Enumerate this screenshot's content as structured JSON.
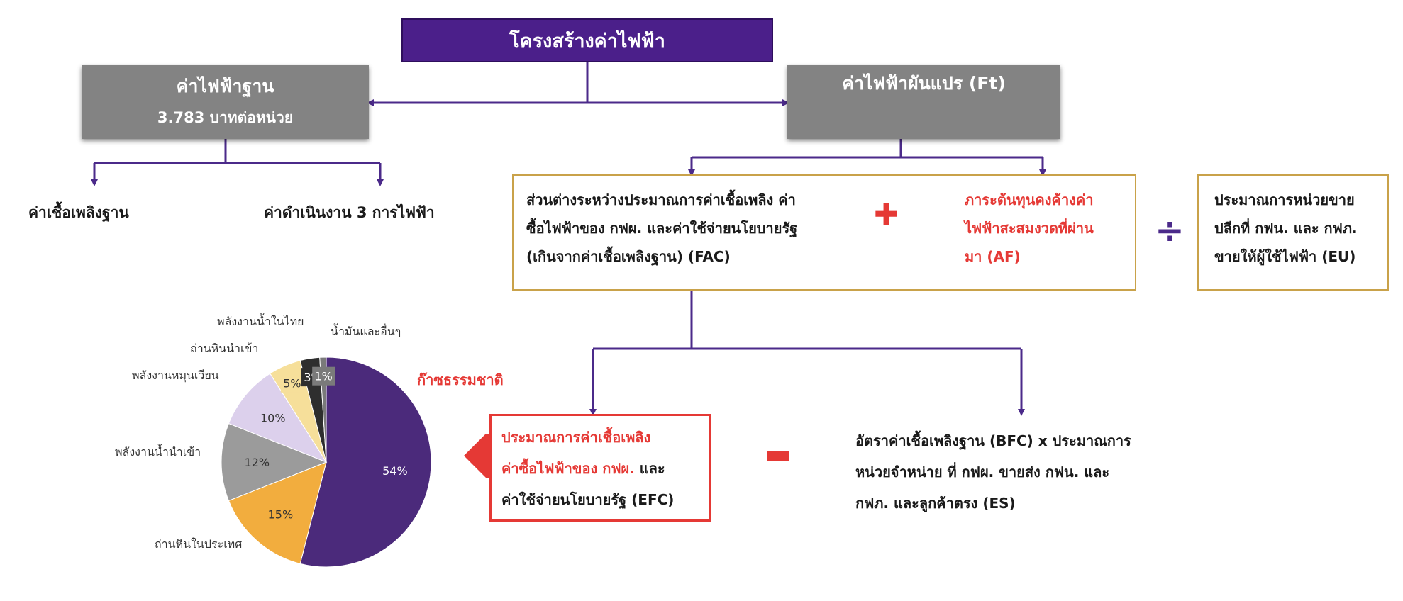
{
  "title": "โครงสร้างค่าไฟฟ้า",
  "base": {
    "title": "ค่าไฟฟ้าฐาน",
    "value": "3.783 บาทต่อหน่วย",
    "children": [
      "ค่าเชื้อเพลิงฐาน",
      "ค่าดำเนินงาน 3 การไฟฟ้า"
    ]
  },
  "ft": {
    "title": "ค่าไฟฟ้าผันแปร (Ft)",
    "fac_lines": [
      "ส่วนต่างระหว่างประมาณการค่าเชื้อเพลิง ค่า",
      "ซื้อไฟฟ้าของ กฟผ. และค่าใช้จ่ายนโยบายรัฐ",
      "(เกินจากค่าเชื้อเพลิงฐาน) (FAC)"
    ],
    "af_lines": [
      "ภาระต้นทุนคงค้างค่า",
      "ไฟฟ้าสะสมงวดที่ผ่าน",
      "มา (AF)"
    ],
    "eu_lines": [
      "ประมาณการหน่วยขาย",
      "ปลีกที่ กฟน. และ กฟภ.",
      "ขายให้ผู้ใช้ไฟฟ้า (EU)"
    ],
    "efc_lines": [
      "ประมาณการค่าเชื้อเพลิง",
      "ค่าซื้อไฟฟ้าของ กฟผ.",
      " และ",
      "ค่าใช้จ่ายนโยบายรัฐ (EFC)"
    ],
    "es_lines": [
      "อัตราค่าเชื้อเพลิงฐาน (BFC) x ประมาณการ",
      "หน่วยจำหน่าย ที่ กฟผ. ขายส่ง กฟน. และ",
      "กฟภ. และลูกค้าตรง (ES)"
    ]
  },
  "operators": {
    "plus": "✚",
    "divide": "÷",
    "minus": "▬"
  },
  "colors": {
    "title_bg": "#4b1f8a",
    "grey_box": "#838383",
    "accent_red": "#e53935",
    "connector": "#4b2a8a",
    "outline": "#c9a24a"
  },
  "chart_data": {
    "type": "pie",
    "title": "",
    "slices": [
      {
        "label": "ก๊าซธรรมชาติ",
        "value": 54,
        "value_label": "54%",
        "color": "#4b2a7b"
      },
      {
        "label": "ถ่านหินในประเทศ",
        "value": 15,
        "value_label": "15%",
        "color": "#f2ad3e"
      },
      {
        "label": "พลังงานน้ำนำเข้า",
        "value": 12,
        "value_label": "12%",
        "color": "#9b9b9b"
      },
      {
        "label": "พลังงานหมุนเวียน",
        "value": 10,
        "value_label": "10%",
        "color": "#dcd0ec"
      },
      {
        "label": "ถ่านหินนำเข้า",
        "value": 5,
        "value_label": "5%",
        "color": "#f6df9a"
      },
      {
        "label": "พลังงานน้ำในไทย",
        "value": 3,
        "value_label": "3%",
        "color": "#2e2e2e"
      },
      {
        "label": "น้ำมันและอื่นๆ",
        "value": 1,
        "value_label": "1%",
        "color": "#7a7a7a"
      }
    ]
  }
}
